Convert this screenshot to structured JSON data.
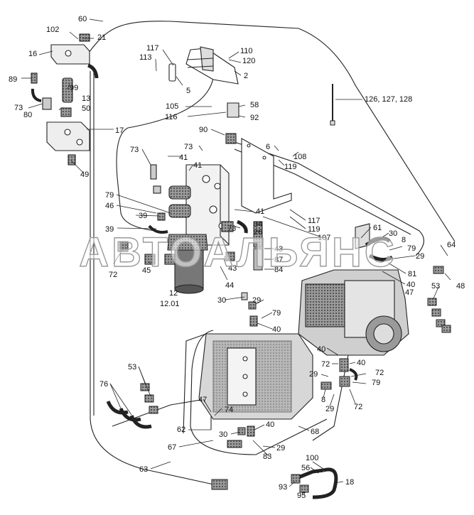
{
  "watermark": "АВТОАЛЬЯНС",
  "callouts": [
    {
      "id": "c60",
      "text": "60"
    },
    {
      "id": "c102",
      "text": "102"
    },
    {
      "id": "c21",
      "text": "21"
    },
    {
      "id": "c16",
      "text": "16"
    },
    {
      "id": "c117a",
      "text": "117"
    },
    {
      "id": "c113",
      "text": "113"
    },
    {
      "id": "c110",
      "text": "110"
    },
    {
      "id": "c120",
      "text": "120"
    },
    {
      "id": "c2",
      "text": "2"
    },
    {
      "id": "c89",
      "text": "89"
    },
    {
      "id": "c99",
      "text": "99"
    },
    {
      "id": "c5",
      "text": "5"
    },
    {
      "id": "c13",
      "text": "13"
    },
    {
      "id": "c126",
      "text": "126, 127, 128"
    },
    {
      "id": "c73a",
      "text": "73"
    },
    {
      "id": "c80",
      "text": "80"
    },
    {
      "id": "c50",
      "text": "50"
    },
    {
      "id": "c105",
      "text": "105"
    },
    {
      "id": "c116",
      "text": "116"
    },
    {
      "id": "c58",
      "text": "58"
    },
    {
      "id": "c92",
      "text": "92"
    },
    {
      "id": "c17",
      "text": "17"
    },
    {
      "id": "c90",
      "text": "90"
    },
    {
      "id": "c6",
      "text": "6"
    },
    {
      "id": "c108",
      "text": "108"
    },
    {
      "id": "c73b",
      "text": "73"
    },
    {
      "id": "c73c",
      "text": "73"
    },
    {
      "id": "c41a",
      "text": "41"
    },
    {
      "id": "c119a",
      "text": "119"
    },
    {
      "id": "c49",
      "text": "49"
    },
    {
      "id": "c41b",
      "text": "41"
    },
    {
      "id": "c79a",
      "text": "79"
    },
    {
      "id": "c46",
      "text": "46"
    },
    {
      "id": "c39a",
      "text": "39"
    },
    {
      "id": "c41c",
      "text": "41"
    },
    {
      "id": "c117b",
      "text": "117"
    },
    {
      "id": "c119b",
      "text": "119"
    },
    {
      "id": "c39b",
      "text": "39"
    },
    {
      "id": "c34",
      "text": "34"
    },
    {
      "id": "c26",
      "text": "26"
    },
    {
      "id": "c107",
      "text": "107"
    },
    {
      "id": "c73d",
      "text": "73"
    },
    {
      "id": "c61",
      "text": "61"
    },
    {
      "id": "c30a",
      "text": "30"
    },
    {
      "id": "c8a",
      "text": "8"
    },
    {
      "id": "c64",
      "text": "64"
    },
    {
      "id": "c79b",
      "text": "79"
    },
    {
      "id": "c29a",
      "text": "29"
    },
    {
      "id": "c43a",
      "text": "43"
    },
    {
      "id": "c87",
      "text": "87"
    },
    {
      "id": "c84",
      "text": "84"
    },
    {
      "id": "c72a",
      "text": "72"
    },
    {
      "id": "c45",
      "text": "45"
    },
    {
      "id": "c43b",
      "text": "43"
    },
    {
      "id": "c81",
      "text": "81"
    },
    {
      "id": "c40a",
      "text": "40"
    },
    {
      "id": "c47a",
      "text": "47"
    },
    {
      "id": "c48",
      "text": "48"
    },
    {
      "id": "c12",
      "text": "12"
    },
    {
      "id": "c1201",
      "text": "12.01"
    },
    {
      "id": "c44",
      "text": "44"
    },
    {
      "id": "c53a",
      "text": "53"
    },
    {
      "id": "c30b",
      "text": "30"
    },
    {
      "id": "c29b",
      "text": "29"
    },
    {
      "id": "c79c",
      "text": "79"
    },
    {
      "id": "c40b",
      "text": "40"
    },
    {
      "id": "c40c",
      "text": "40"
    },
    {
      "id": "c72b",
      "text": "72"
    },
    {
      "id": "c40d",
      "text": "40"
    },
    {
      "id": "c53b",
      "text": "53"
    },
    {
      "id": "c29c",
      "text": "29"
    },
    {
      "id": "c72c",
      "text": "72"
    },
    {
      "id": "c76",
      "text": "76"
    },
    {
      "id": "c79d",
      "text": "79"
    },
    {
      "id": "c8b",
      "text": "8"
    },
    {
      "id": "c47b",
      "text": "47"
    },
    {
      "id": "c74",
      "text": "74"
    },
    {
      "id": "c29d",
      "text": "29"
    },
    {
      "id": "c72d",
      "text": "72"
    },
    {
      "id": "c40e",
      "text": "40"
    },
    {
      "id": "c62",
      "text": "62"
    },
    {
      "id": "c30c",
      "text": "30"
    },
    {
      "id": "c68",
      "text": "68"
    },
    {
      "id": "c67",
      "text": "67"
    },
    {
      "id": "c29e",
      "text": "29"
    },
    {
      "id": "c83",
      "text": "83"
    },
    {
      "id": "c100",
      "text": "100"
    },
    {
      "id": "c63",
      "text": "63"
    },
    {
      "id": "c56",
      "text": "56"
    },
    {
      "id": "c93",
      "text": "93"
    },
    {
      "id": "c18",
      "text": "18"
    },
    {
      "id": "c95",
      "text": "95"
    }
  ]
}
